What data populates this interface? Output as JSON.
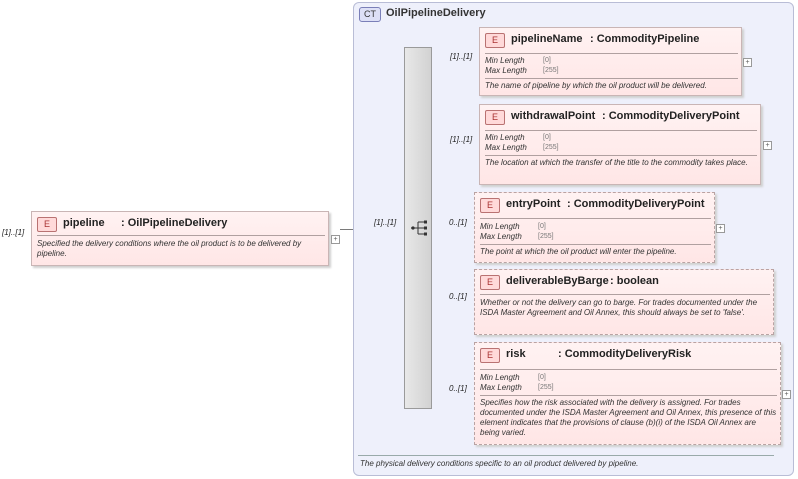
{
  "root": {
    "cardinality": "[1]..[1]",
    "tag": "E",
    "name": "pipeline",
    "type": ": OilPipelineDelivery",
    "doc": "Specified the delivery conditions where the oil product is to be delivered by pipeline."
  },
  "complex_type": {
    "tag": "CT",
    "name": "OilPipelineDelivery",
    "doc": "The physical delivery conditions specific to an oil product delivered by pipeline."
  },
  "sequence": {
    "cardinality": "[1]..[1]"
  },
  "elements": [
    {
      "cardinality": "[1]..[1]",
      "tag": "E",
      "name": "pipelineName",
      "type": ": CommodityPipeline",
      "facets": [
        {
          "label": "Min Length",
          "value": "[0]"
        },
        {
          "label": "Max Length",
          "value": "[255]"
        }
      ],
      "doc": "The name of pipeline by which the oil product will be delivered."
    },
    {
      "cardinality": "[1]..[1]",
      "tag": "E",
      "name": "withdrawalPoint",
      "type": ": CommodityDeliveryPoint",
      "facets": [
        {
          "label": "Min Length",
          "value": "[0]"
        },
        {
          "label": "Max Length",
          "value": "[255]"
        }
      ],
      "doc": "The location at which the transfer of the title to the commodity takes place."
    },
    {
      "cardinality": "0..[1]",
      "tag": "E",
      "name": "entryPoint",
      "type": ": CommodityDeliveryPoint",
      "facets": [
        {
          "label": "Min Length",
          "value": "[0]"
        },
        {
          "label": "Max Length",
          "value": "[255]"
        }
      ],
      "doc": "The point at which the oil product will enter the pipeline."
    },
    {
      "cardinality": "0..[1]",
      "tag": "E",
      "name": "deliverableByBarge",
      "type": ": boolean",
      "doc": "Whether or not the delivery can go to barge. For trades documented under the ISDA Master Agreement and Oil Annex, this should always be set to 'false'."
    },
    {
      "cardinality": "0..[1]",
      "tag": "E",
      "name": "risk",
      "type": ": CommodityDeliveryRisk",
      "facets": [
        {
          "label": "Min Length",
          "value": "[0]"
        },
        {
          "label": "Max Length",
          "value": "[255]"
        }
      ],
      "doc": "Specifies how the risk associated with the delivery is assigned. For trades documented under the ISDA Master Agreement and Oil Annex, this presence of this element indicates that the provisions of clause (b)(i) of the ISDA Oil Annex are being varied."
    }
  ],
  "expander": "+"
}
